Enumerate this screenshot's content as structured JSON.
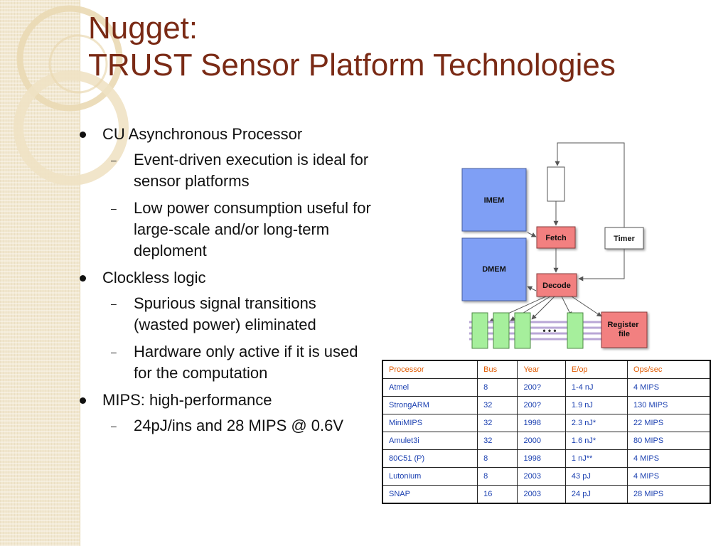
{
  "slide": {
    "title_line1": "Nugget:",
    "title_line2": "TRUST Sensor Platform Technologies"
  },
  "bullets": [
    {
      "text": "CU Asynchronous Processor",
      "subs": [
        "Event-driven execution is ideal for sensor platforms",
        "Low power consumption useful for large-scale and/or long-term deploment"
      ]
    },
    {
      "text": "Clockless logic",
      "subs": [
        "Spurious signal transitions (wasted power) eliminated",
        "Hardware only active if it is used for the computation"
      ]
    },
    {
      "text": "MIPS: high-performance",
      "subs": [
        "24pJ/ins and 28 MIPS @ 0.6V"
      ]
    }
  ],
  "diagram": {
    "imem": "IMEM",
    "dmem": "DMEM",
    "fetch": "Fetch",
    "decode": "Decode",
    "timer": "Timer",
    "register_file": "Register file",
    "ellipsis": "• • •"
  },
  "table": {
    "headers": [
      "Processor",
      "Bus",
      "Year",
      "E/op",
      "Ops/sec"
    ],
    "rows": [
      [
        "Atmel",
        "8",
        "200?",
        "1-4 nJ",
        "4 MIPS"
      ],
      [
        "StrongARM",
        "32",
        "200?",
        "1.9 nJ",
        "130 MIPS"
      ],
      [
        "MiniMIPS",
        "32",
        "1998",
        "2.3 nJ*",
        "22 MIPS"
      ],
      [
        "Amulet3i",
        "32",
        "2000",
        "1.6 nJ*",
        "80 MIPS"
      ],
      [
        "80C51 (P)",
        "8",
        "1998",
        "1 nJ**",
        "4 MIPS"
      ],
      [
        "Lutonium",
        "8",
        "2003",
        "43 pJ",
        "4 MIPS"
      ],
      [
        "SNAP",
        "16",
        "2003",
        "24 pJ",
        "28 MIPS"
      ]
    ]
  },
  "colors": {
    "title": "#7a2a15",
    "memory_fill": "#7f9ff5",
    "stage_fill": "#f28080",
    "register_fill": "#a6ef9c",
    "table_header_text": "#e05a00",
    "table_cell_text": "#1a3fb0"
  }
}
